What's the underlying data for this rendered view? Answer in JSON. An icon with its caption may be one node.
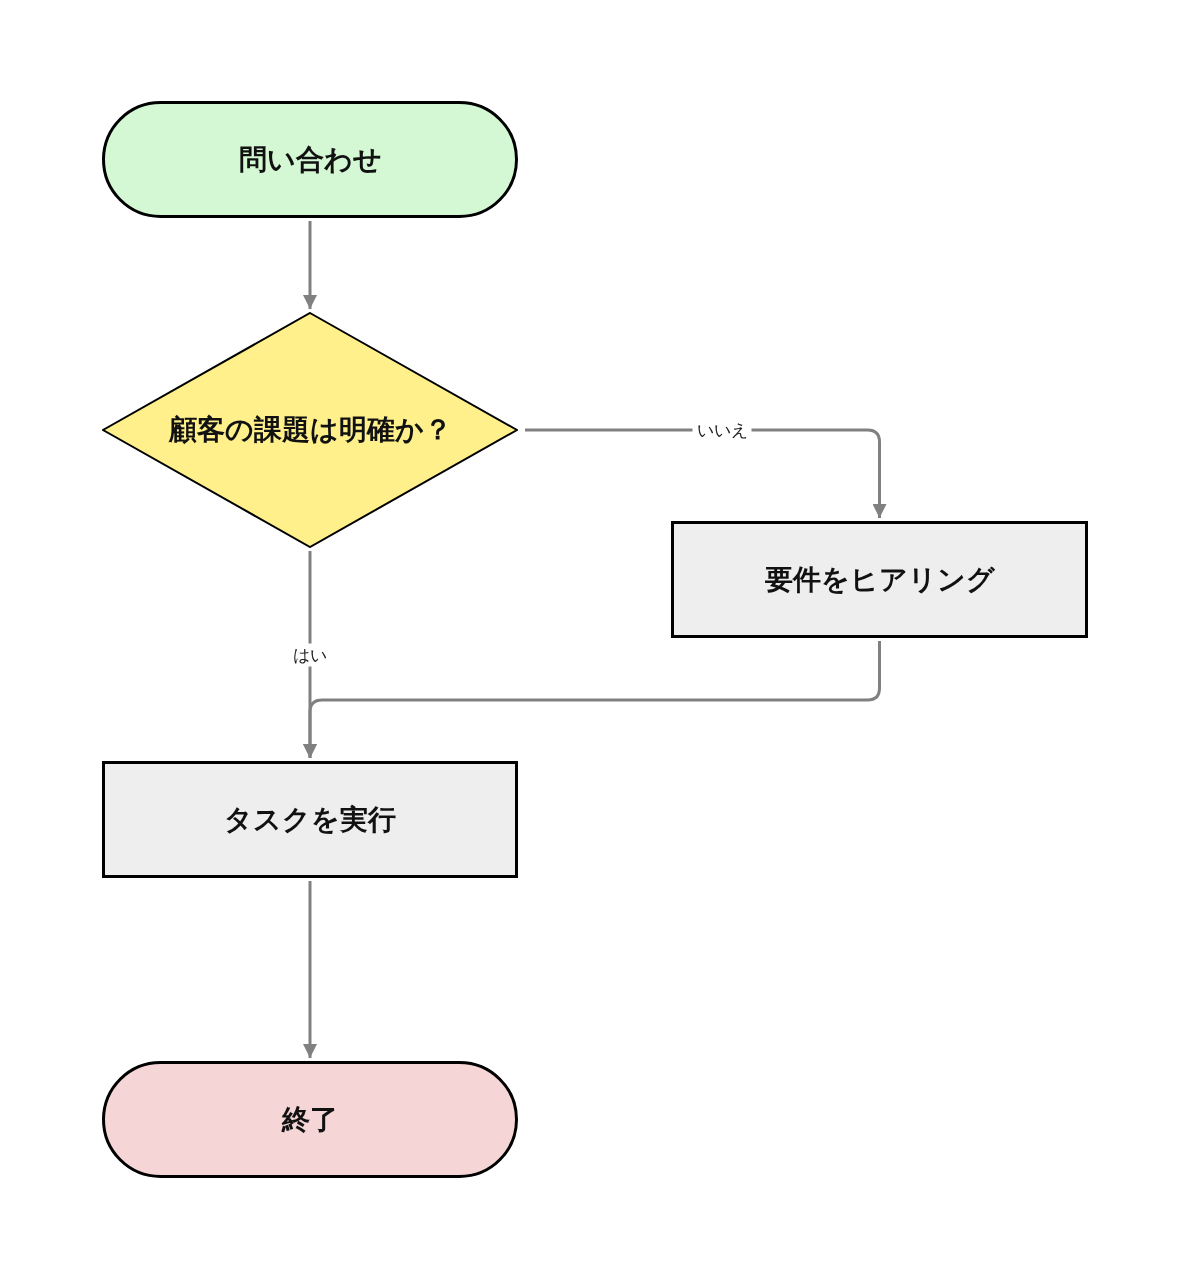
{
  "diagram": {
    "nodes": [
      {
        "text": [
          "問い合わせ"
        ]
      },
      {
        "text": [
          "顧客の課題は明確か？"
        ]
      },
      {
        "text": [
          "要件をヒアリング"
        ]
      },
      {
        "text": [
          "タスクを実行"
        ]
      },
      {
        "text": [
          "終了"
        ]
      }
    ],
    "edges": [
      {
        "from": 0,
        "to": 1,
        "arrow": "to"
      },
      {
        "from": 1,
        "to": 2,
        "arrow": "to",
        "label": "いいえ"
      },
      {
        "from": 1,
        "to": 3,
        "arrow": "to",
        "label": "はい"
      },
      {
        "from": 2,
        "to": 3,
        "arrow": "to"
      },
      {
        "from": 3,
        "to": 4,
        "arrow": "to"
      }
    ]
  }
}
